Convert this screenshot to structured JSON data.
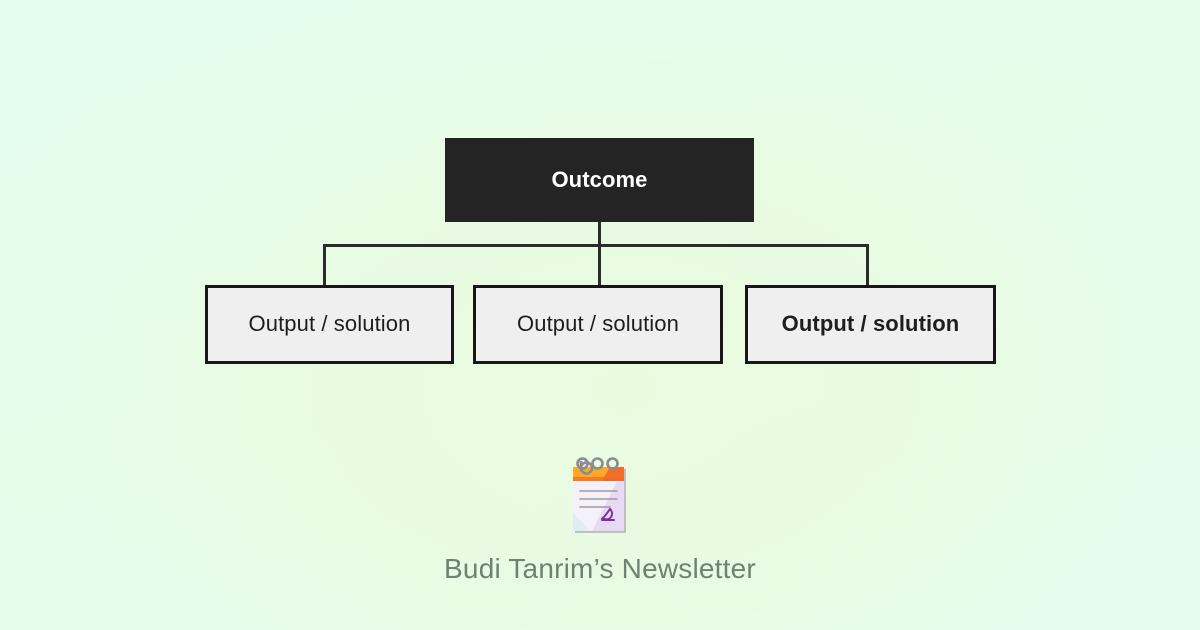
{
  "page": {
    "background_color_outer": "#e4fdee",
    "background_color_center": "#e9fbdf"
  },
  "diagram": {
    "type": "tree",
    "root": {
      "label": "Outcome",
      "fill_color": "#242424",
      "text_color": "#ffffff"
    },
    "children": [
      {
        "label": "Output / solution",
        "fill_color": "#efefef",
        "border_color": "#171717"
      },
      {
        "label": "Output / solution",
        "fill_color": "#efefef",
        "border_color": "#171717"
      },
      {
        "label": "Output / solution",
        "fill_color": "#efefef",
        "border_color": "#171717"
      }
    ],
    "connector_color": "#2b2b2b"
  },
  "footer": {
    "icon": "memo-emoji",
    "title": "Budi Tanrim’s Newsletter",
    "title_color": "#6e8273"
  }
}
